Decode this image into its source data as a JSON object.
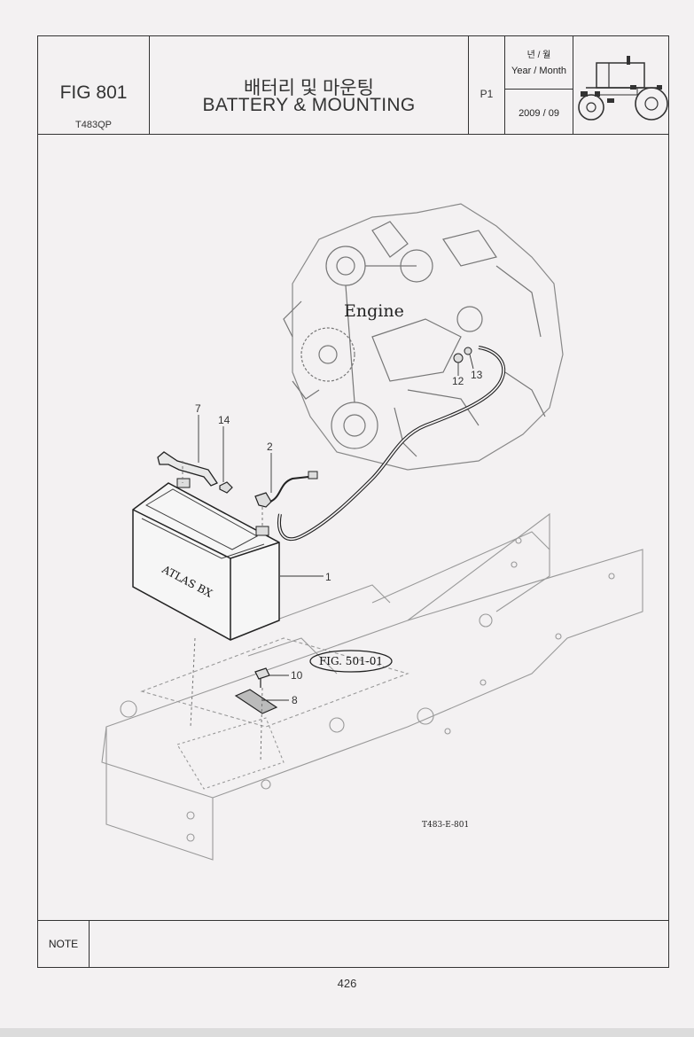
{
  "header": {
    "fig_number": "FIG 801",
    "model_code": "T483QP",
    "title_korean": "배터리 및 마운팅",
    "title_english": "BATTERY & MOUNTING",
    "page_label": "P1",
    "date_label_korean": "년 / 월",
    "date_label_english": "Year / Month",
    "date_value": "2009 / 09"
  },
  "diagram": {
    "engine_label": "Engine",
    "reference_label": "FIG. 501-01",
    "drawing_code": "T483-E-801",
    "battery_brand": "ATLAS BX",
    "callouts": [
      "1",
      "2",
      "7",
      "8",
      "10",
      "12",
      "13",
      "14"
    ]
  },
  "footer": {
    "note_label": "NOTE",
    "page_number": "426"
  },
  "icons": {
    "tractor": "tractor-icon"
  }
}
